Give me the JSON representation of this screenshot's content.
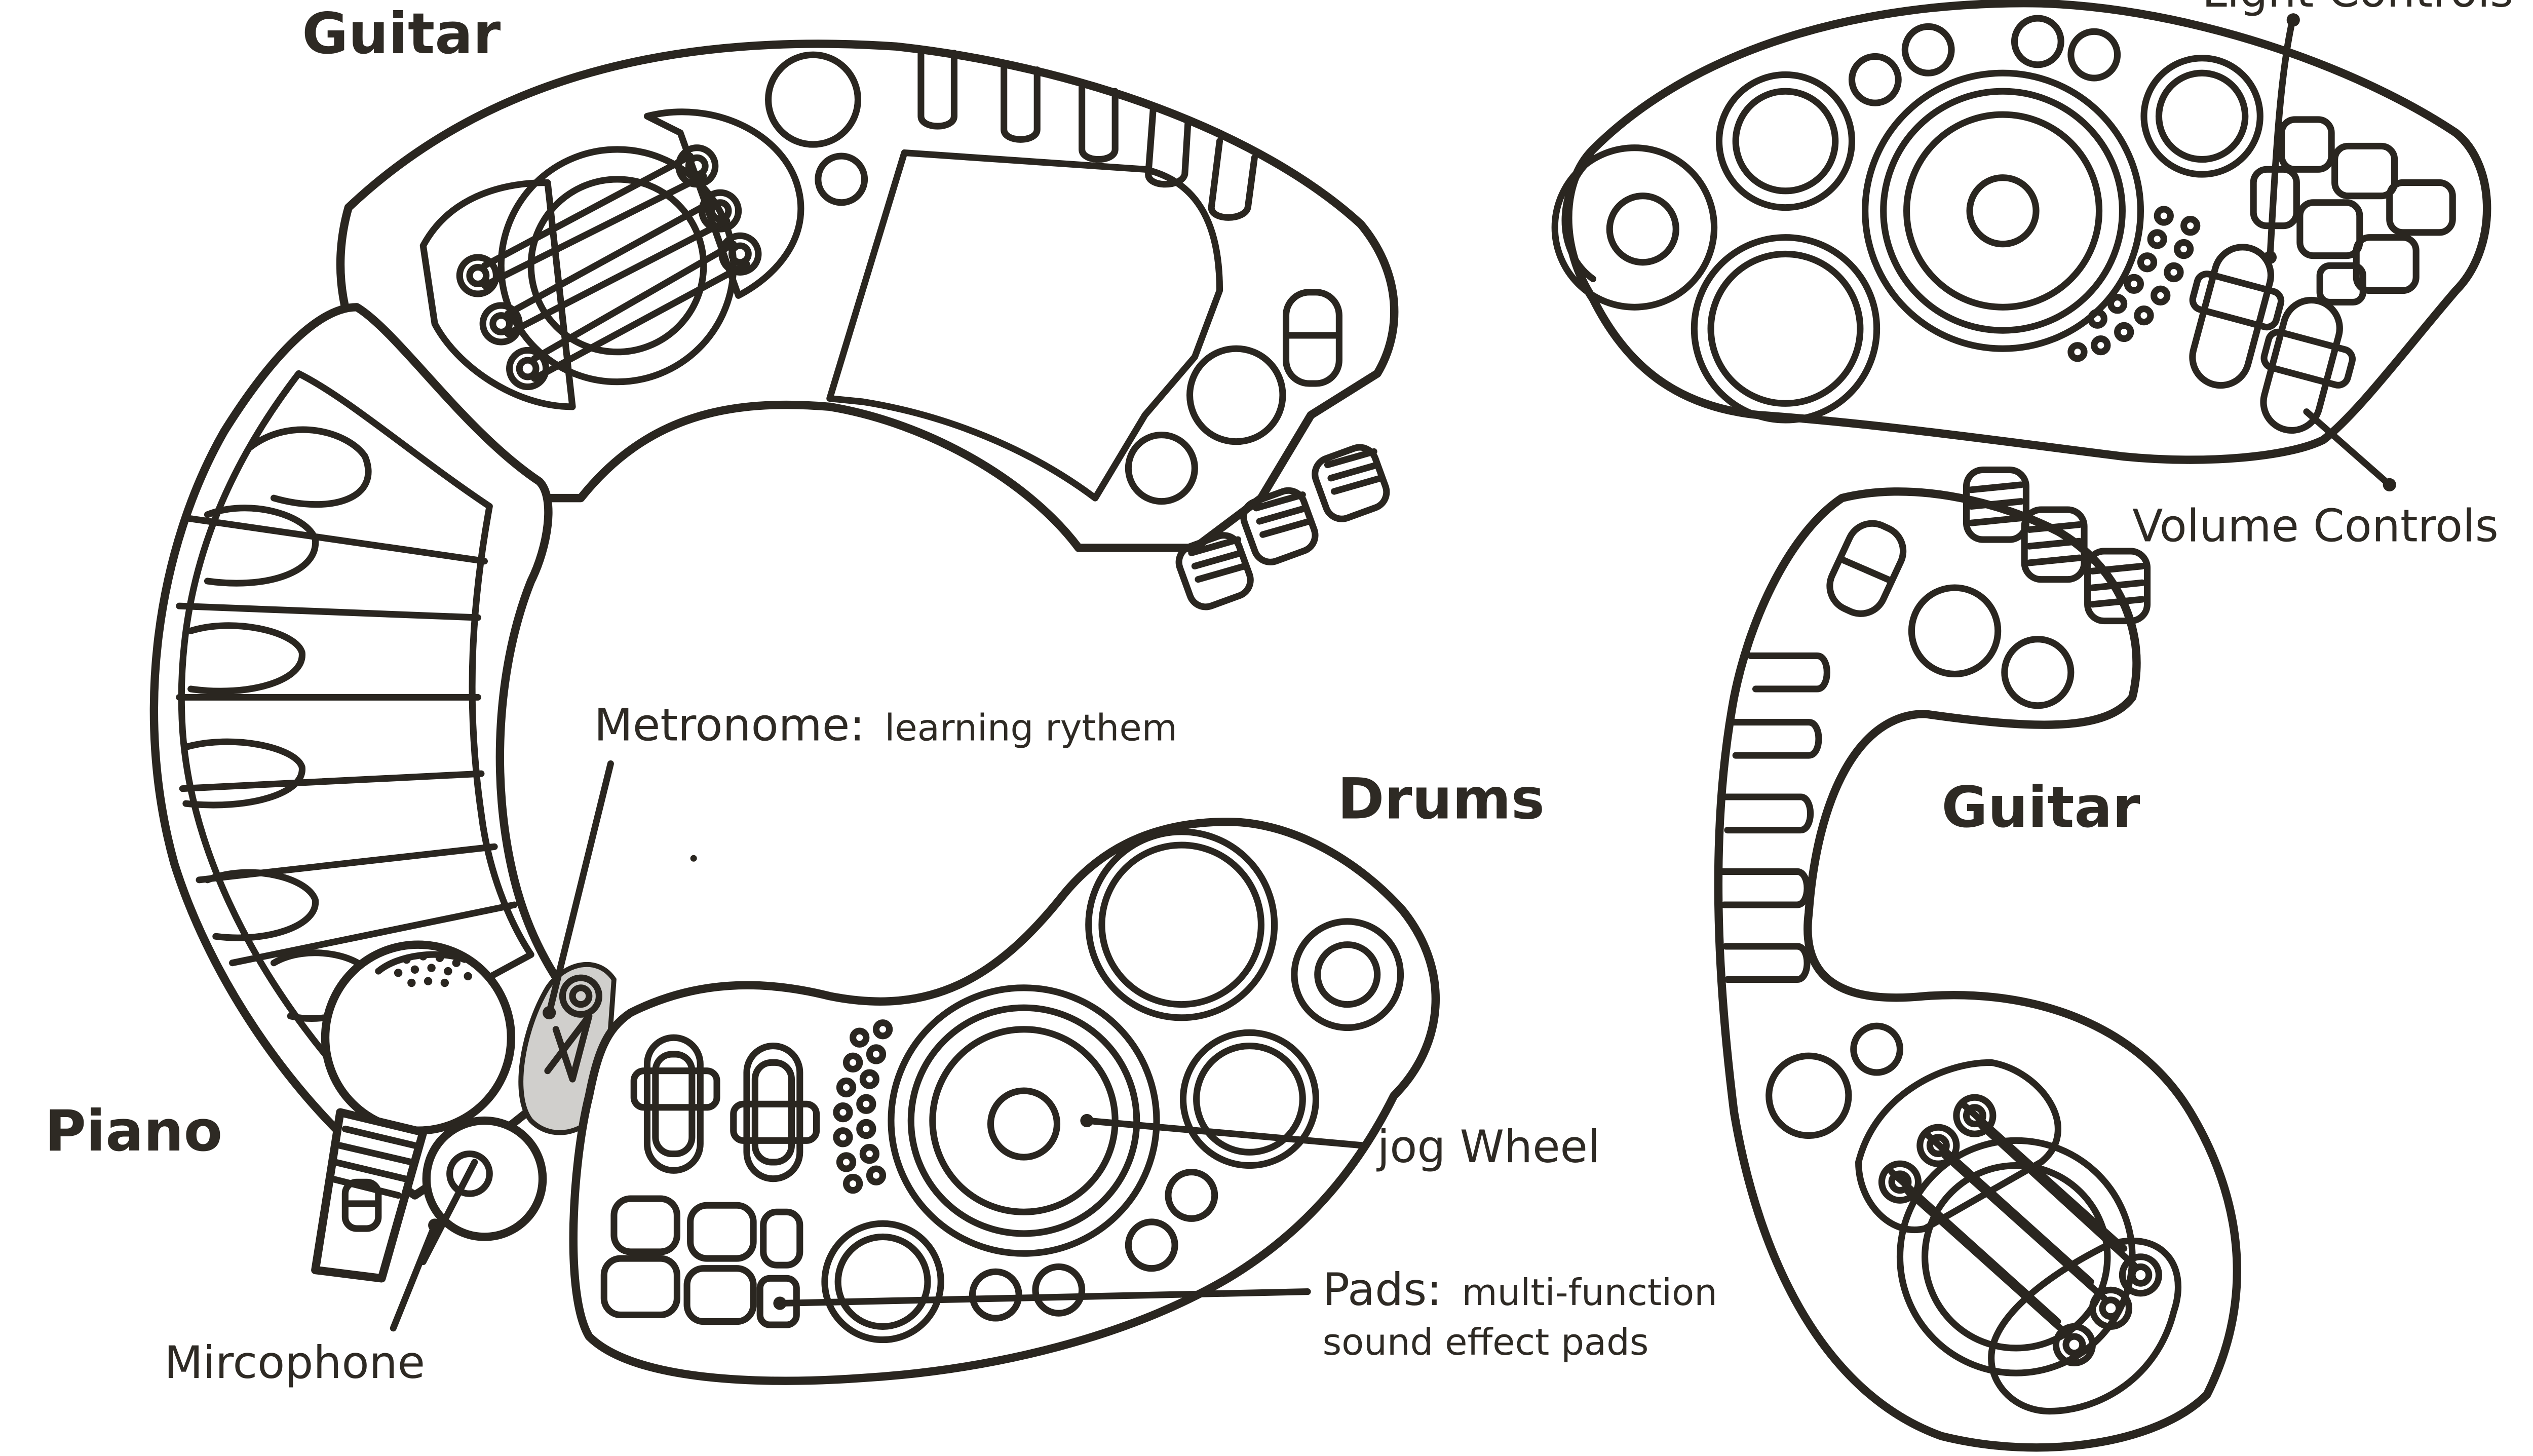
{
  "labels": {
    "guitar_top": "Guitar",
    "piano": "Piano",
    "drums": "Drums",
    "guitar_right": "Guitar",
    "metronome_title": "Metronome:",
    "metronome_desc": "learning rythem",
    "jog_wheel": "jog Wheel",
    "pads_title": "Pads:",
    "pads_desc_1": "multi-function",
    "pads_desc_2": "sound effect pads",
    "microphone": "Mircophone",
    "volume_controls": "Volume Controls",
    "light_controls": "Light Controls"
  },
  "colors": {
    "ink": "#2a2620",
    "metronome_fill": "#d0cfcc",
    "background": "#ffffff"
  }
}
